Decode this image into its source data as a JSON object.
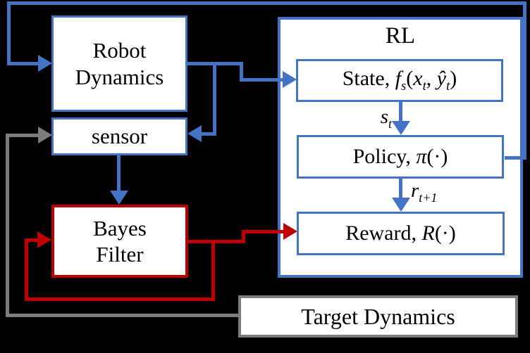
{
  "colors": {
    "background": "#000000",
    "box_fill": "#ffffff",
    "blue": "#4472C4",
    "red": "#C00000",
    "gray": "#7C7C7C",
    "text": "#000000"
  },
  "boxes": {
    "robot_dynamics": {
      "line1": "Robot",
      "line2": "Dynamics"
    },
    "sensor": {
      "label": "sensor"
    },
    "bayes_filter": {
      "line1": "Bayes",
      "line2": "Filter"
    },
    "rl": {
      "title": "RL"
    },
    "state": {
      "prefix": "State, ",
      "func": "f",
      "func_sub": "s",
      "open": "(",
      "arg1": "x",
      "arg1_sub": "t",
      "sep": ", ",
      "arg2": "ŷ",
      "arg2_sub": "t",
      "close": ")"
    },
    "policy": {
      "prefix": "Policy, ",
      "symbol": "π",
      "args": "(·)"
    },
    "reward": {
      "prefix": "Reward, ",
      "symbol": "R",
      "args": "(·)"
    },
    "target_dynamics": {
      "label": "Target Dynamics"
    }
  },
  "edge_labels": {
    "state_to_policy": {
      "base": "s",
      "sub": "t"
    },
    "policy_to_reward": {
      "base": "r",
      "sub": "t+1"
    }
  }
}
